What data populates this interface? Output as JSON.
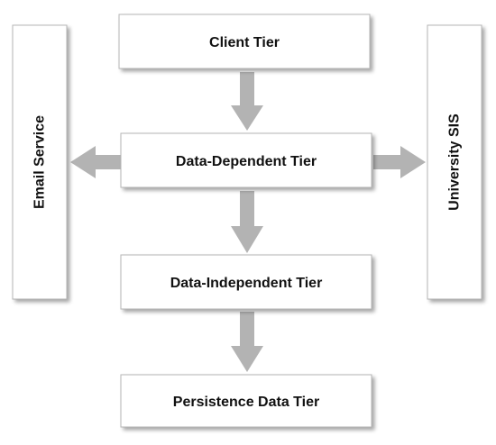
{
  "diagram": {
    "nodes": {
      "client_tier": "Client Tier",
      "data_dependent_tier": "Data-Dependent Tier",
      "data_independent_tier": "Data-Independent Tier",
      "persistence_data_tier": "Persistence Data Tier",
      "email_service": "Email Service",
      "university_sis": "University SIS"
    },
    "edges": [
      {
        "from": "client_tier",
        "to": "data_dependent_tier",
        "direction": "down"
      },
      {
        "from": "data_dependent_tier",
        "to": "email_service",
        "direction": "left"
      },
      {
        "from": "data_dependent_tier",
        "to": "university_sis",
        "direction": "right"
      },
      {
        "from": "data_dependent_tier",
        "to": "data_independent_tier",
        "direction": "down"
      },
      {
        "from": "data_independent_tier",
        "to": "persistence_data_tier",
        "direction": "down"
      }
    ],
    "colors": {
      "arrow": "#b3b3b3",
      "box_fill": "#ffffff",
      "box_border": "#b5b5b5",
      "shadow": "#c4c4c4",
      "text": "#111111"
    }
  }
}
